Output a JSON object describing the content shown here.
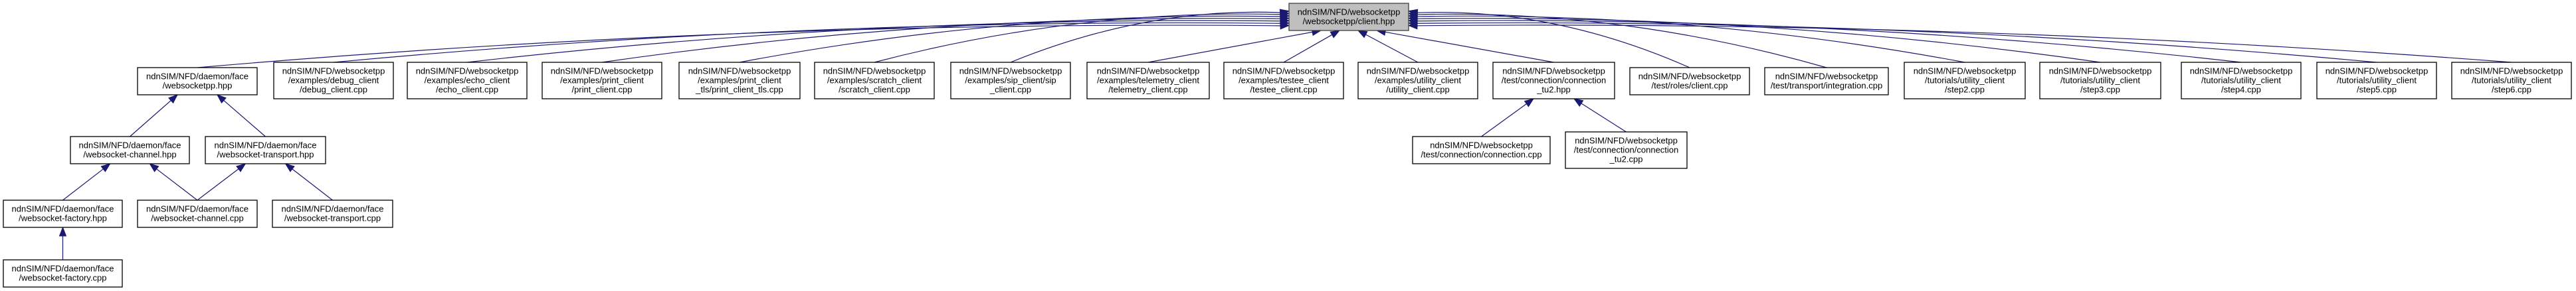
{
  "diagram": {
    "type": "include-dependency-graph",
    "root": "client_hpp",
    "nodes": [
      {
        "id": "client_hpp",
        "lines": [
          "ndnSIM/NFD/websocketpp",
          "/websocketpp/client.hpp"
        ],
        "highlighted": true
      },
      {
        "id": "face_websocketpp_hpp",
        "lines": [
          "ndnSIM/NFD/daemon/face",
          "/websocketpp.hpp"
        ]
      },
      {
        "id": "debug_client",
        "lines": [
          "ndnSIM/NFD/websocketpp",
          "/examples/debug_client",
          "/debug_client.cpp"
        ]
      },
      {
        "id": "echo_client",
        "lines": [
          "ndnSIM/NFD/websocketpp",
          "/examples/echo_client",
          "/echo_client.cpp"
        ]
      },
      {
        "id": "print_client",
        "lines": [
          "ndnSIM/NFD/websocketpp",
          "/examples/print_client",
          "/print_client.cpp"
        ]
      },
      {
        "id": "print_client_tls",
        "lines": [
          "ndnSIM/NFD/websocketpp",
          "/examples/print_client",
          "_tls/print_client_tls.cpp"
        ]
      },
      {
        "id": "scratch_client",
        "lines": [
          "ndnSIM/NFD/websocketpp",
          "/examples/scratch_client",
          "/scratch_client.cpp"
        ]
      },
      {
        "id": "sip_client",
        "lines": [
          "ndnSIM/NFD/websocketpp",
          "/examples/sip_client/sip",
          "_client.cpp"
        ]
      },
      {
        "id": "telemetry_client",
        "lines": [
          "ndnSIM/NFD/websocketpp",
          "/examples/telemetry_client",
          "/telemetry_client.cpp"
        ]
      },
      {
        "id": "testee_client",
        "lines": [
          "ndnSIM/NFD/websocketpp",
          "/examples/testee_client",
          "/testee_client.cpp"
        ]
      },
      {
        "id": "utility_client",
        "lines": [
          "ndnSIM/NFD/websocketpp",
          "/examples/utility_client",
          "/utility_client.cpp"
        ]
      },
      {
        "id": "connection_tu2_hpp",
        "lines": [
          "ndnSIM/NFD/websocketpp",
          "/test/connection/connection",
          "_tu2.hpp"
        ]
      },
      {
        "id": "roles_client",
        "lines": [
          "ndnSIM/NFD/websocketpp",
          "/test/roles/client.cpp"
        ]
      },
      {
        "id": "transport_integration",
        "lines": [
          "ndnSIM/NFD/websocketpp",
          "/test/transport/integration.cpp"
        ]
      },
      {
        "id": "step2",
        "lines": [
          "ndnSIM/NFD/websocketpp",
          "/tutorials/utility_client",
          "/step2.cpp"
        ]
      },
      {
        "id": "step3",
        "lines": [
          "ndnSIM/NFD/websocketpp",
          "/tutorials/utility_client",
          "/step3.cpp"
        ]
      },
      {
        "id": "step4",
        "lines": [
          "ndnSIM/NFD/websocketpp",
          "/tutorials/utility_client",
          "/step4.cpp"
        ]
      },
      {
        "id": "step5",
        "lines": [
          "ndnSIM/NFD/websocketpp",
          "/tutorials/utility_client",
          "/step5.cpp"
        ]
      },
      {
        "id": "step6",
        "lines": [
          "ndnSIM/NFD/websocketpp",
          "/tutorials/utility_client",
          "/step6.cpp"
        ]
      },
      {
        "id": "ws_channel_hpp",
        "lines": [
          "ndnSIM/NFD/daemon/face",
          "/websocket-channel.hpp"
        ]
      },
      {
        "id": "ws_transport_hpp",
        "lines": [
          "ndnSIM/NFD/daemon/face",
          "/websocket-transport.hpp"
        ]
      },
      {
        "id": "ws_factory_hpp",
        "lines": [
          "ndnSIM/NFD/daemon/face",
          "/websocket-factory.hpp"
        ]
      },
      {
        "id": "ws_channel_cpp",
        "lines": [
          "ndnSIM/NFD/daemon/face",
          "/websocket-channel.cpp"
        ]
      },
      {
        "id": "ws_transport_cpp",
        "lines": [
          "ndnSIM/NFD/daemon/face",
          "/websocket-transport.cpp"
        ]
      },
      {
        "id": "ws_factory_cpp",
        "lines": [
          "ndnSIM/NFD/daemon/face",
          "/websocket-factory.cpp"
        ]
      },
      {
        "id": "connection_cpp",
        "lines": [
          "ndnSIM/NFD/websocketpp",
          "/test/connection/connection.cpp"
        ]
      },
      {
        "id": "connection_tu2_cpp",
        "lines": [
          "ndnSIM/NFD/websocketpp",
          "/test/connection/connection",
          "_tu2.cpp"
        ]
      }
    ],
    "edges": [
      {
        "from": "face_websocketpp_hpp",
        "to": "client_hpp"
      },
      {
        "from": "debug_client",
        "to": "client_hpp"
      },
      {
        "from": "echo_client",
        "to": "client_hpp"
      },
      {
        "from": "print_client",
        "to": "client_hpp"
      },
      {
        "from": "print_client_tls",
        "to": "client_hpp"
      },
      {
        "from": "scratch_client",
        "to": "client_hpp"
      },
      {
        "from": "sip_client",
        "to": "client_hpp"
      },
      {
        "from": "telemetry_client",
        "to": "client_hpp"
      },
      {
        "from": "testee_client",
        "to": "client_hpp"
      },
      {
        "from": "utility_client",
        "to": "client_hpp"
      },
      {
        "from": "connection_tu2_hpp",
        "to": "client_hpp"
      },
      {
        "from": "roles_client",
        "to": "client_hpp"
      },
      {
        "from": "transport_integration",
        "to": "client_hpp"
      },
      {
        "from": "step2",
        "to": "client_hpp"
      },
      {
        "from": "step3",
        "to": "client_hpp"
      },
      {
        "from": "step4",
        "to": "client_hpp"
      },
      {
        "from": "step5",
        "to": "client_hpp"
      },
      {
        "from": "step6",
        "to": "client_hpp"
      },
      {
        "from": "ws_channel_hpp",
        "to": "face_websocketpp_hpp"
      },
      {
        "from": "ws_transport_hpp",
        "to": "face_websocketpp_hpp"
      },
      {
        "from": "ws_factory_hpp",
        "to": "ws_channel_hpp"
      },
      {
        "from": "ws_channel_cpp",
        "to": "ws_channel_hpp"
      },
      {
        "from": "ws_channel_cpp",
        "to": "ws_transport_hpp"
      },
      {
        "from": "ws_transport_cpp",
        "to": "ws_transport_hpp"
      },
      {
        "from": "ws_factory_cpp",
        "to": "ws_factory_hpp"
      },
      {
        "from": "connection_cpp",
        "to": "connection_tu2_hpp"
      },
      {
        "from": "connection_tu2_cpp",
        "to": "connection_tu2_hpp"
      }
    ],
    "colors": {
      "edge": "#191970",
      "root_fill": "#bfbfbf",
      "node_fill": "#ffffff"
    }
  }
}
